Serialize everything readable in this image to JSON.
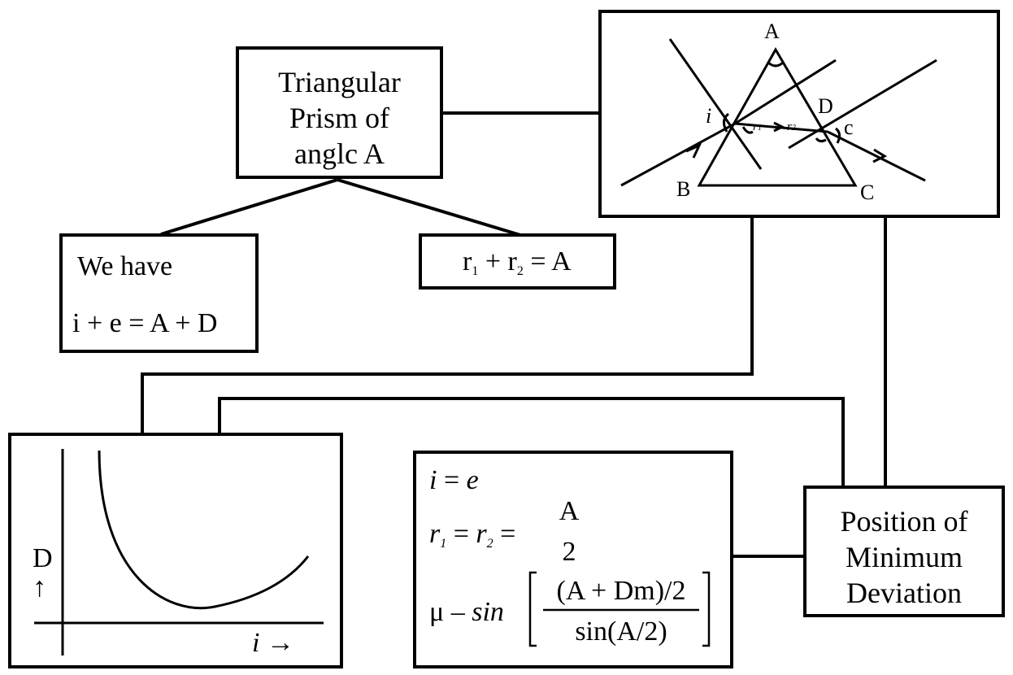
{
  "prism_box": {
    "lines": [
      "Triangular",
      "Prism of",
      "anglc A"
    ]
  },
  "have_box": {
    "line1": "We have",
    "line2": "i + e = A + D"
  },
  "r_box": {
    "r1": "r",
    "r1_sub": "1",
    "plus": " + r",
    "r2_sub": "2",
    "eq": " = A"
  },
  "figure": {
    "apex": "A",
    "left": "B",
    "right": "C",
    "exit": "D",
    "angle_i": "i",
    "angle_e": "c",
    "r1": "r",
    "r1_sub": "1",
    "r2": "r",
    "r2_sub": "2"
  },
  "graph": {
    "ylabel": "D",
    "yarrow": "↑",
    "xlabel": "i",
    "xarrow": "→"
  },
  "formula_box": {
    "l1_a": "i",
    "l1_eq": " = ",
    "l1_b": "e",
    "l2_r1": "r",
    "l2_r1_sub": "1",
    "l2_eq1": " = ",
    "l2_r2": "r",
    "l2_r2_sub": "2",
    "l2_eq2": " = ",
    "frac_num": "A",
    "frac_den": "2",
    "mu": "μ",
    "mu_op": " – ",
    "sin": "sin",
    "big_num": "(A + Dm)/2",
    "big_den": "sin(A/2)"
  },
  "position_box": {
    "lines": [
      "Position of",
      "Minimum",
      "Deviation"
    ]
  }
}
